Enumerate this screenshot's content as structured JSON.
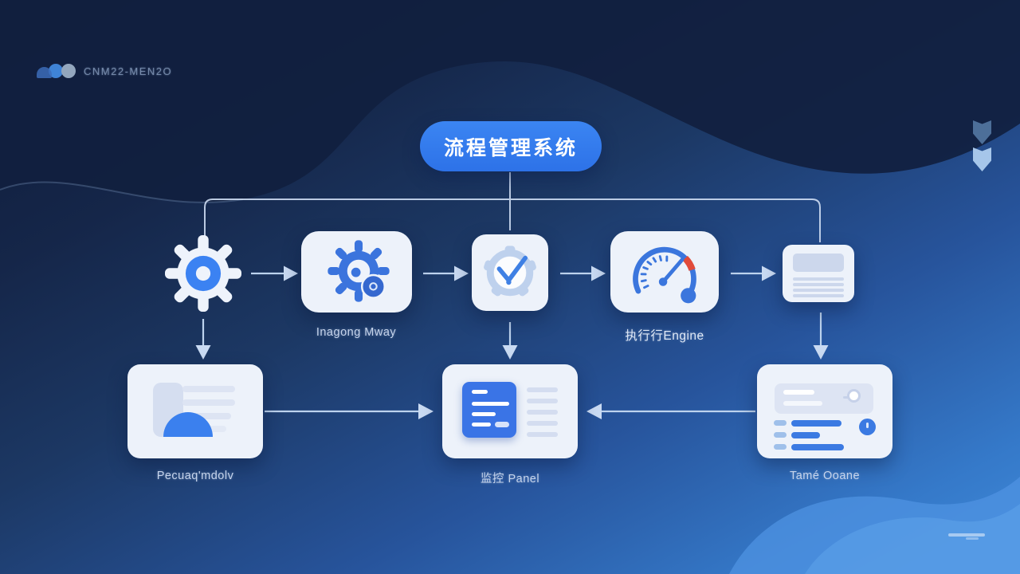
{
  "header": {
    "logo_text": "CNM22-MEN2O",
    "title": "流程管理系统"
  },
  "labels": {
    "config": "Inagong Mway",
    "engine": "执行行Engine",
    "record": "Pecuaq'mdolv",
    "monitor": "监控 Panel",
    "report": "Tamé Ooane"
  },
  "diagram": {
    "nodes": [
      {
        "id": "start-gear",
        "icon": "gear-icon",
        "label": "",
        "row": 1
      },
      {
        "id": "config-module",
        "icon": "gear-badge-icon",
        "label": "Inagong Mway",
        "row": 1
      },
      {
        "id": "scheduler",
        "icon": "clock-check-icon",
        "label": "",
        "row": 1
      },
      {
        "id": "execution-engine",
        "icon": "gauge-icon",
        "label": "执行行Engine",
        "row": 1
      },
      {
        "id": "document",
        "icon": "document-icon",
        "label": "",
        "row": 1
      },
      {
        "id": "record-module",
        "icon": "profile-card-icon",
        "label": "Pecuaq'mdolv",
        "row": 2
      },
      {
        "id": "monitor-panel",
        "icon": "dashboard-list-icon",
        "label": "监控 Panel",
        "row": 2
      },
      {
        "id": "report-module",
        "icon": "report-progress-icon",
        "label": "Tamé Ooane",
        "row": 2
      }
    ],
    "edges": [
      {
        "from": "title",
        "to": "start-gear",
        "type": "elbow"
      },
      {
        "from": "title",
        "to": "scheduler",
        "type": "straight"
      },
      {
        "from": "title",
        "to": "document",
        "type": "elbow"
      },
      {
        "from": "start-gear",
        "to": "config-module",
        "direction": "right"
      },
      {
        "from": "config-module",
        "to": "scheduler",
        "direction": "right"
      },
      {
        "from": "scheduler",
        "to": "execution-engine",
        "direction": "right"
      },
      {
        "from": "execution-engine",
        "to": "document",
        "direction": "right"
      },
      {
        "from": "start-gear",
        "to": "record-module",
        "direction": "down"
      },
      {
        "from": "scheduler",
        "to": "monitor-panel",
        "direction": "down"
      },
      {
        "from": "document",
        "to": "report-module",
        "direction": "down"
      },
      {
        "from": "record-module",
        "to": "monitor-panel",
        "direction": "right"
      },
      {
        "from": "report-module",
        "to": "monitor-panel",
        "direction": "left"
      }
    ]
  },
  "colors": {
    "accent_blue": "#2f74ea",
    "icon_blue": "#3b76dd",
    "card_bg": "#edf2fa",
    "connector": "#c9d9f0",
    "gauge_warning": "#e14b3a",
    "bg_dark": "#0e1b38",
    "bg_light": "#3f8ad9"
  }
}
